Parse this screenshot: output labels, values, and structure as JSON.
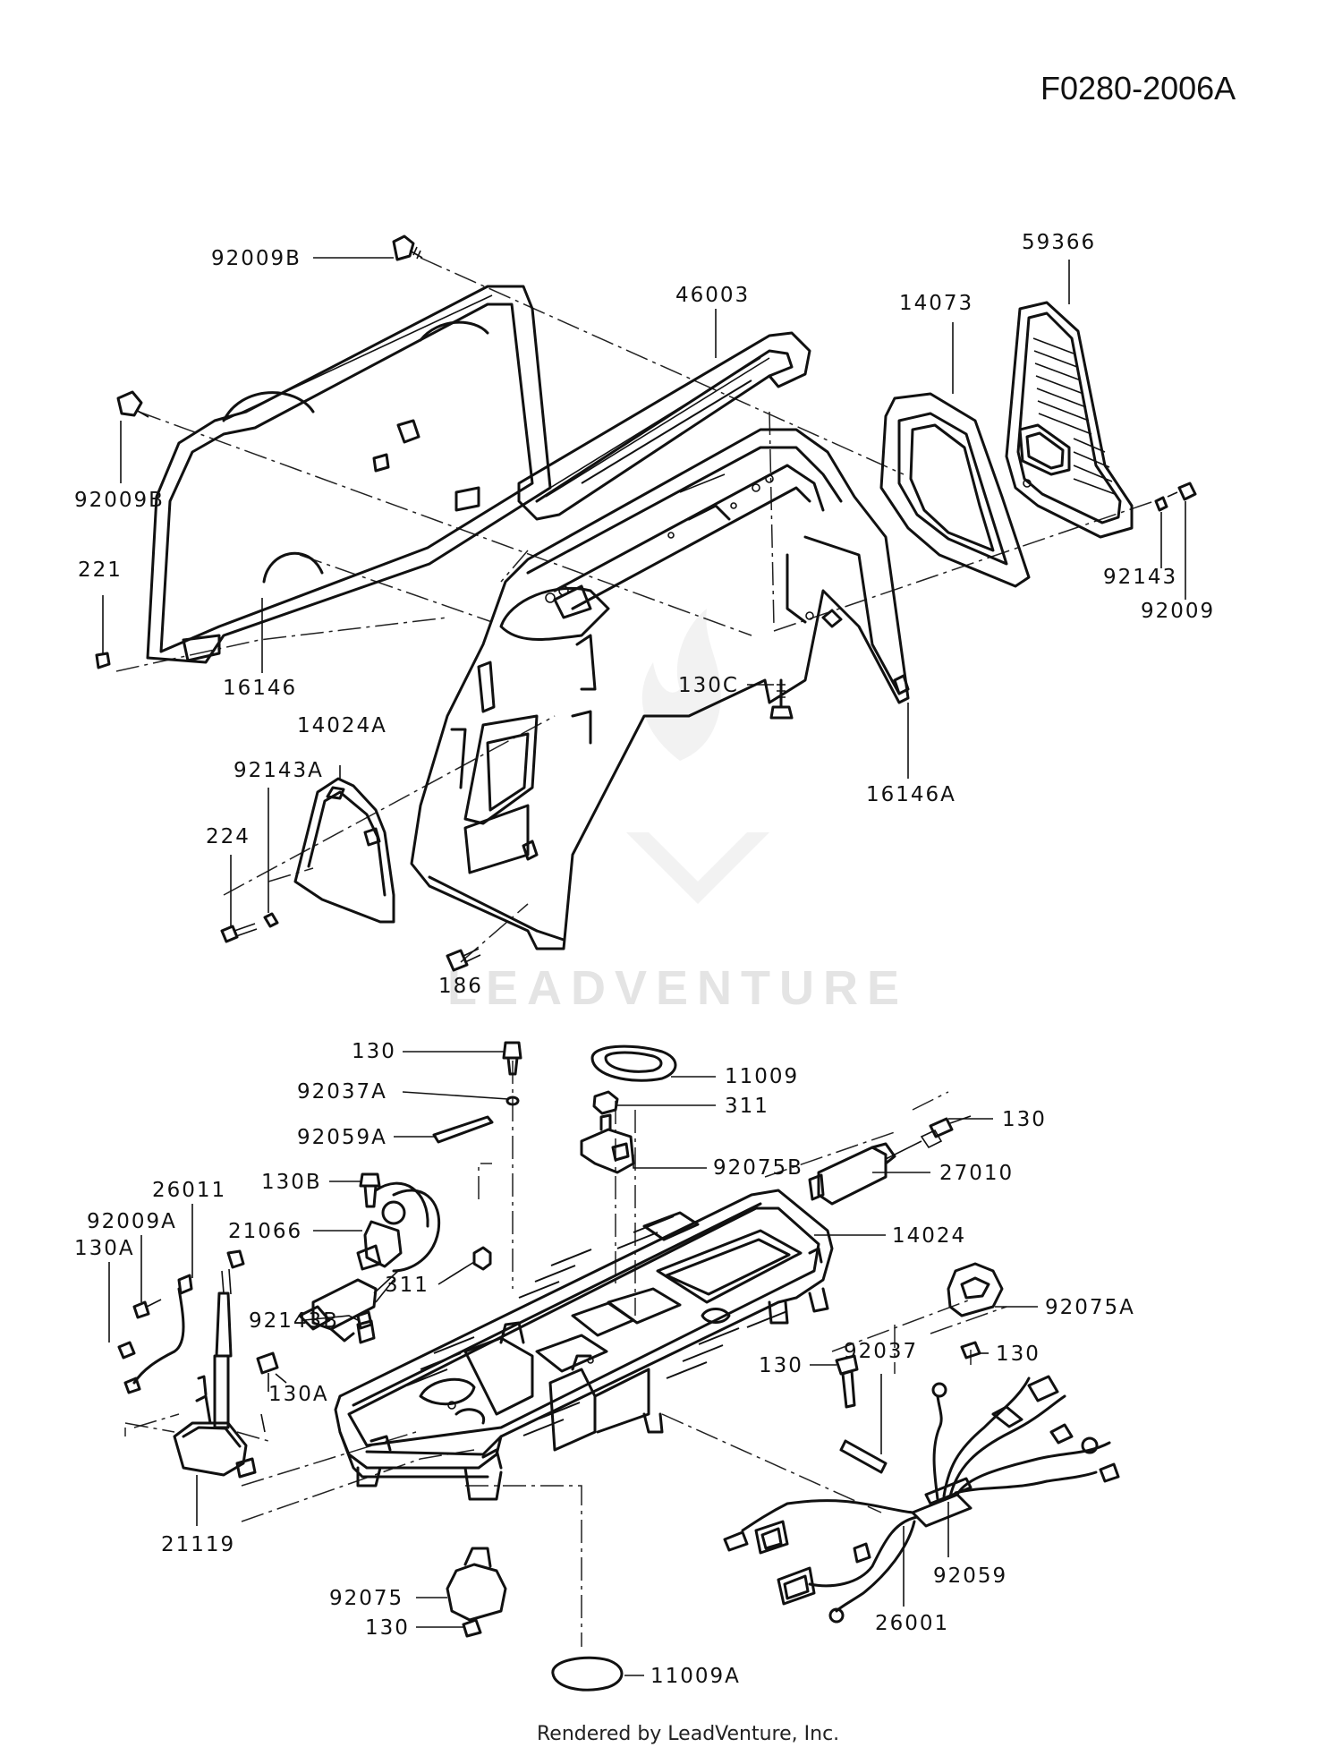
{
  "diagram_id": "F0280-2006A",
  "watermark": "LEADVENTURE",
  "footer": "Rendered by LeadVenture, Inc.",
  "part_labels": [
    {
      "id": "l-92009B-top",
      "text": "92009B"
    },
    {
      "id": "l-92009B-left",
      "text": "92009B"
    },
    {
      "id": "l-221",
      "text": "221"
    },
    {
      "id": "l-16146",
      "text": "16146"
    },
    {
      "id": "l-46003",
      "text": "46003"
    },
    {
      "id": "l-14073",
      "text": "14073"
    },
    {
      "id": "l-59366",
      "text": "59366"
    },
    {
      "id": "l-92143",
      "text": "92143"
    },
    {
      "id": "l-92009",
      "text": "92009"
    },
    {
      "id": "l-130C",
      "text": "130C"
    },
    {
      "id": "l-16146A",
      "text": "16146A"
    },
    {
      "id": "l-14024A",
      "text": "14024A"
    },
    {
      "id": "l-92143A",
      "text": "92143A"
    },
    {
      "id": "l-224",
      "text": "224"
    },
    {
      "id": "l-186",
      "text": "186"
    },
    {
      "id": "l-130-a",
      "text": "130"
    },
    {
      "id": "l-92037A",
      "text": "92037A"
    },
    {
      "id": "l-92059A",
      "text": "92059A"
    },
    {
      "id": "l-11009",
      "text": "11009"
    },
    {
      "id": "l-311-top",
      "text": "311"
    },
    {
      "id": "l-130-b",
      "text": "130"
    },
    {
      "id": "l-92075B",
      "text": "92075B"
    },
    {
      "id": "l-27010",
      "text": "27010"
    },
    {
      "id": "l-26011",
      "text": "26011"
    },
    {
      "id": "l-130B",
      "text": "130B"
    },
    {
      "id": "l-92009A",
      "text": "92009A"
    },
    {
      "id": "l-130A-left",
      "text": "130A"
    },
    {
      "id": "l-21066",
      "text": "21066"
    },
    {
      "id": "l-14024",
      "text": "14024"
    },
    {
      "id": "l-311-mid",
      "text": "311"
    },
    {
      "id": "l-92075A",
      "text": "92075A"
    },
    {
      "id": "l-92143B",
      "text": "92143B"
    },
    {
      "id": "l-130-c",
      "text": "130"
    },
    {
      "id": "l-92037",
      "text": "92037"
    },
    {
      "id": "l-130-d",
      "text": "130"
    },
    {
      "id": "l-130A-mid",
      "text": "130A"
    },
    {
      "id": "l-21119",
      "text": "21119"
    },
    {
      "id": "l-92075",
      "text": "92075"
    },
    {
      "id": "l-92059",
      "text": "92059"
    },
    {
      "id": "l-26001",
      "text": "26001"
    },
    {
      "id": "l-130-e",
      "text": "130"
    },
    {
      "id": "l-11009A",
      "text": "11009A"
    }
  ]
}
